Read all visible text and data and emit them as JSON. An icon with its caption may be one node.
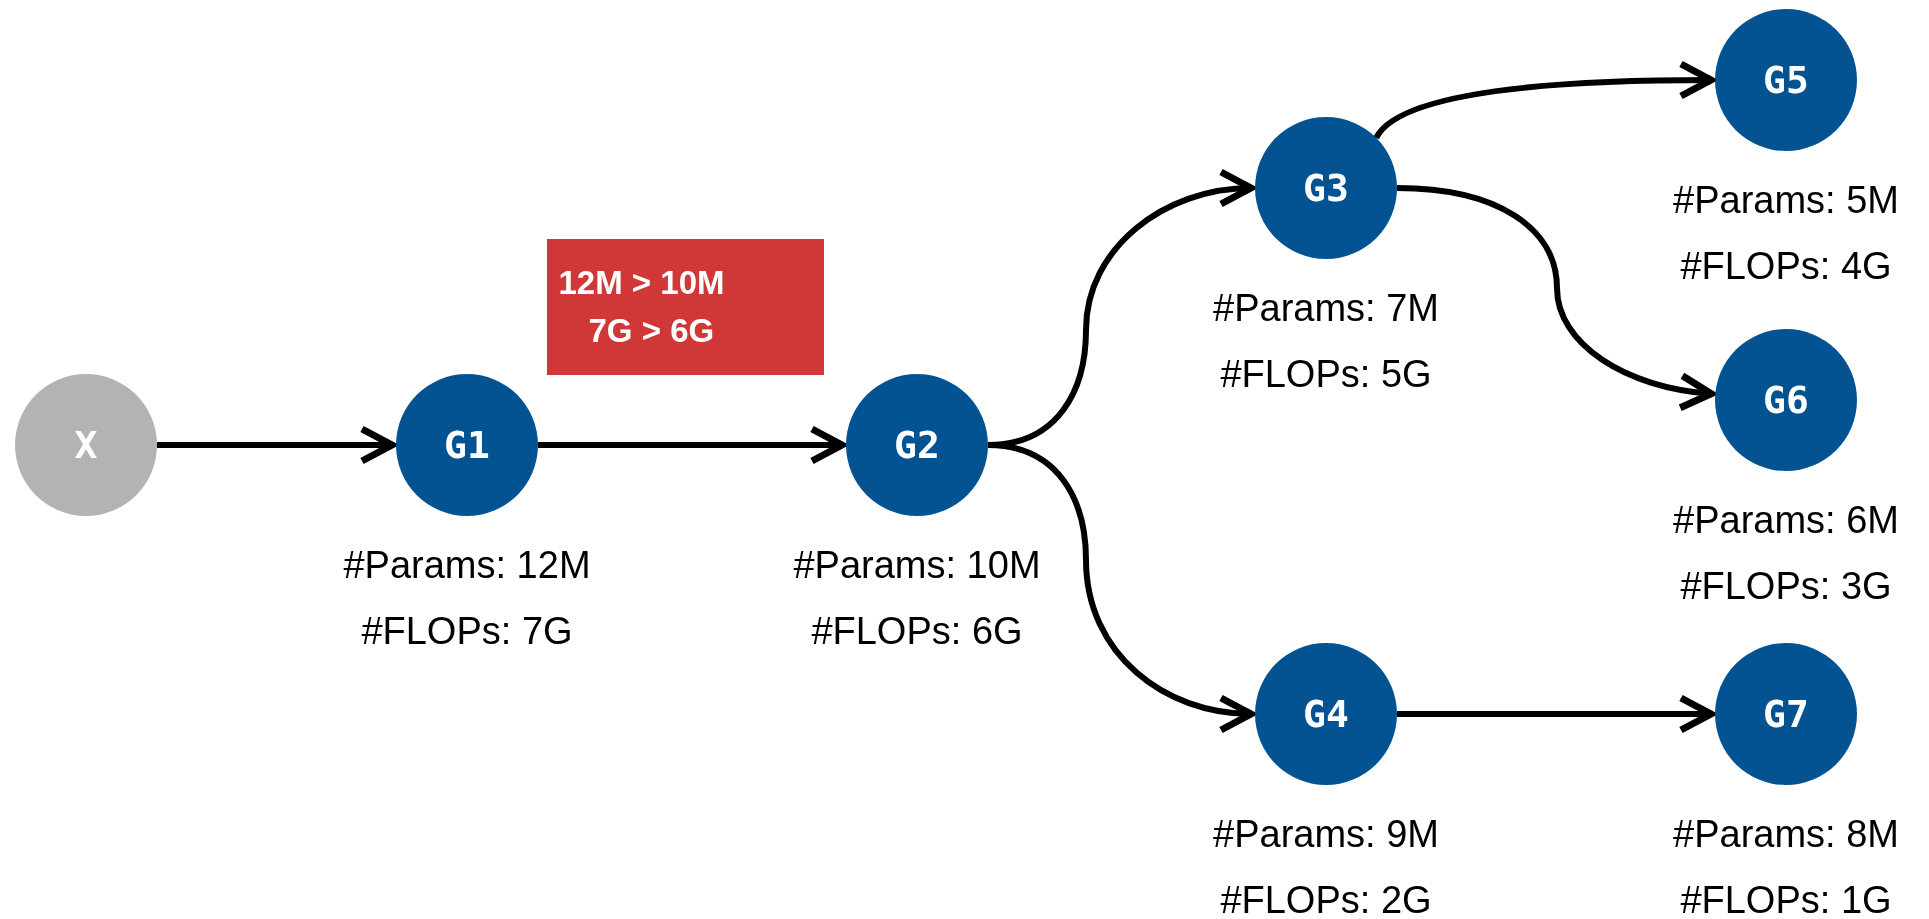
{
  "diagram": {
    "nodes": [
      {
        "text": [
          "X"
        ]
      },
      {
        "text": [
          "G1"
        ],
        "beside": [
          "#Params: 12M",
          "#FLOPs: 7G"
        ]
      },
      {
        "text": [
          "12M > 10M",
          "7G > 6G"
        ]
      },
      {
        "text": [
          "G2"
        ],
        "beside": [
          "#Params: 10M",
          "#FLOPs: 6G"
        ]
      },
      {
        "text": [
          "G3"
        ],
        "beside": [
          "#Params: 7M",
          "#FLOPs: 5G"
        ]
      },
      {
        "text": [
          "G4"
        ],
        "beside": [
          "#Params: 9M",
          "#FLOPs: 2G"
        ]
      },
      {
        "text": [
          "G5"
        ],
        "beside": [
          "#Params: 5M",
          "#FLOPs: 4G"
        ]
      },
      {
        "text": [
          "G6"
        ],
        "beside": [
          "#Params: 6M",
          "#FLOPs: 3G"
        ]
      },
      {
        "text": [
          "G7"
        ],
        "beside": [
          "#Params: 8M",
          "#FLOPs: 1G"
        ]
      }
    ],
    "edges": [
      {
        "from": 0,
        "to": 1,
        "arrow": "to"
      },
      {
        "from": 1,
        "to": 3,
        "arrow": "to"
      },
      {
        "from": 3,
        "to": 4,
        "arrow": "to"
      },
      {
        "from": 3,
        "to": 5,
        "arrow": "to"
      },
      {
        "from": 4,
        "to": 6,
        "arrow": "to"
      },
      {
        "from": 4,
        "to": 7,
        "arrow": "to"
      },
      {
        "from": 5,
        "to": 8,
        "arrow": "to"
      }
    ]
  }
}
